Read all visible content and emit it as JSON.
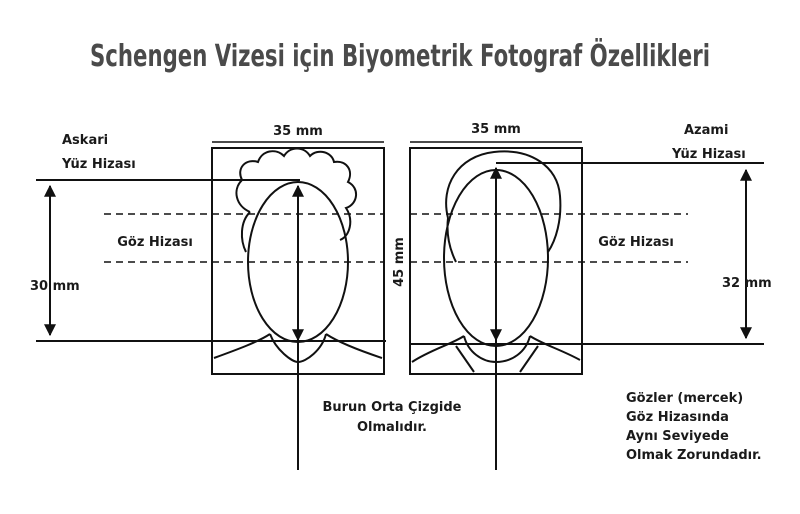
{
  "title": "Schengen Vizesi için Biyometrik Fotograf Özellikleri",
  "labels": {
    "width_left": "35 mm",
    "width_right": "35 mm",
    "height": "45 mm",
    "min_face_line1": "Askari",
    "min_face_line2": "Yüz Hizası",
    "max_face_line1": "Azami",
    "max_face_line2": "Yüz Hizası",
    "eye_left": "Göz Hizası",
    "eye_right": "Göz Hizası",
    "min_face_size": "30 mm",
    "max_face_size": "32 mm",
    "nose_line1": "Burun Orta Çizgide",
    "nose_line2": "Olmalıdır.",
    "eyes_line1": "Gözler (mercek)",
    "eyes_line2": "Göz Hizasında",
    "eyes_line3": "Aynı Seviyede",
    "eyes_line4": "Olmak Zorundadır."
  }
}
